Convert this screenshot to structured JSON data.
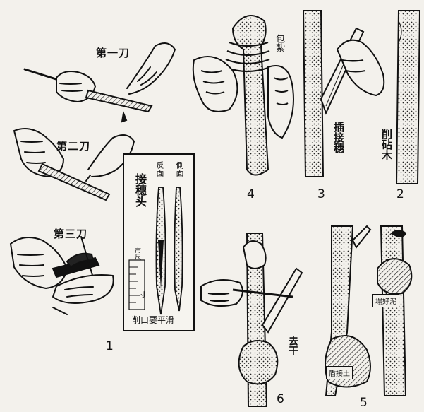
{
  "panel1": {
    "cut1": "第一刀",
    "cut2": "第二刀",
    "cut3": "第三刀",
    "number": "1",
    "card": {
      "title": "接穗头",
      "back_face": "反面",
      "side_face": "側面",
      "ruler_unit": "市尺",
      "ruler_mark": "寸",
      "caption": "削口要平滑"
    }
  },
  "panel2": {
    "label": "削砧木",
    "number": "2"
  },
  "panel3": {
    "label": "插接穗",
    "number": "3"
  },
  "panel4": {
    "label": "包紮",
    "number": "4"
  },
  "panel5": {
    "tag_top": "塌好泥",
    "tag_bottom": "盾接土",
    "number": "5"
  },
  "panel6": {
    "label": "去干",
    "number": "6"
  }
}
